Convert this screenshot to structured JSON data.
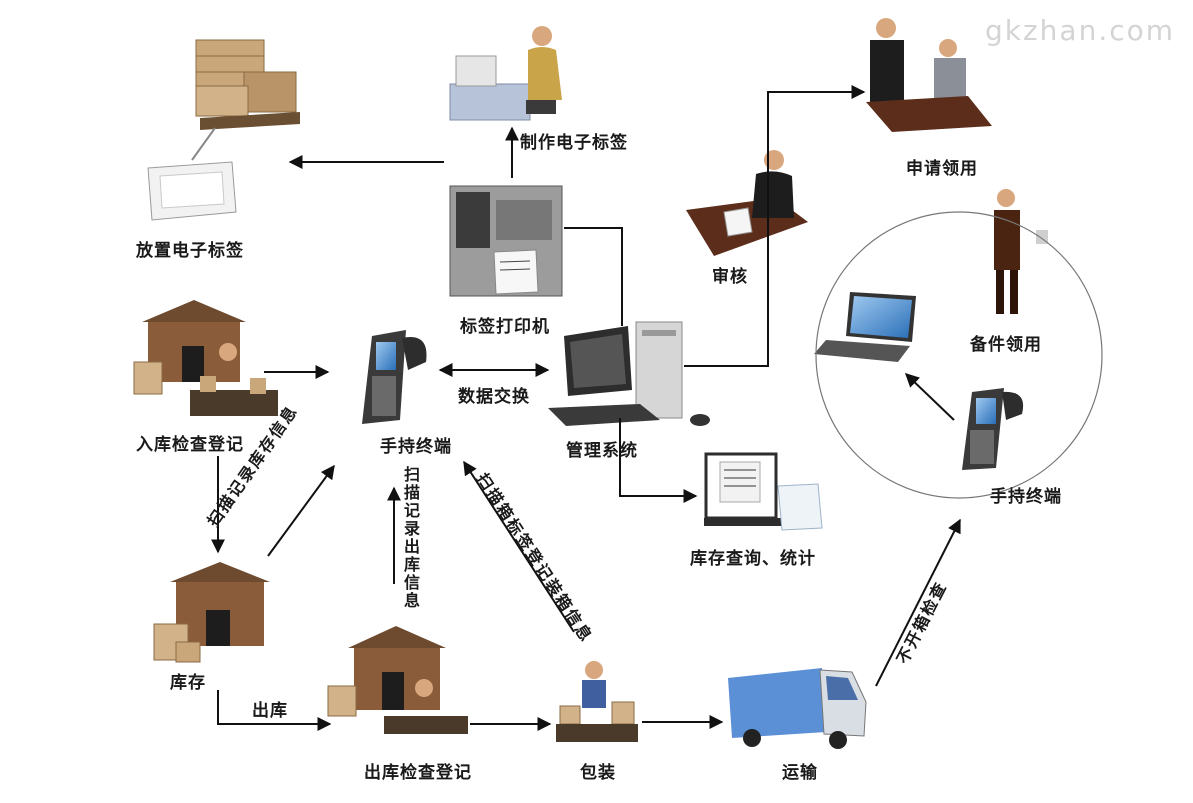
{
  "watermark": "gkzhan.com",
  "nodes": {
    "make_label": "制作电子标签",
    "place_label": "放置电子标签",
    "label_printer": "标签打印机",
    "inbound_check": "入库检查登记",
    "handheld": "手持终端",
    "data_exchange": "数据交换",
    "management_system": "管理系统",
    "review": "审核",
    "apply": "申请领用",
    "spare_parts": "备件领用",
    "handheld_right": "手持终端",
    "inventory_query": "库存查询、统计",
    "storage": "库存",
    "outbound": "出库",
    "outbound_check": "出库检查登记",
    "packing": "包装",
    "transport": "运输"
  },
  "edges": {
    "scan_storage": "扫描记录库存信息",
    "scan_outbound": "扫描记录出库信息",
    "scan_packing": "扫描箱标签登记装箱信息",
    "no_open_check": "不开箱检查"
  }
}
